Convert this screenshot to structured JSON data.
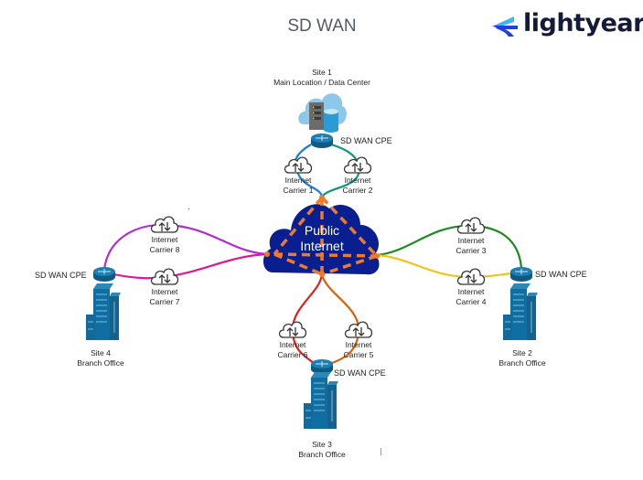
{
  "header": {
    "title": "SD WAN",
    "brand": "lightyear",
    "brand_colors": {
      "chevron_top": "#3fb6ef",
      "chevron_bottom": "#1f3fe0",
      "text": "#141b38"
    }
  },
  "hub": {
    "line1": "Public",
    "line2": "Internet",
    "fill": "#0a1f8f",
    "mesh_color": "#f07a2a"
  },
  "sites": [
    {
      "id": "site1",
      "name": "Site 1",
      "subtitle": "Main Location / Data Center",
      "cpe_label": "SD WAN CPE"
    },
    {
      "id": "site2",
      "name": "Site 2",
      "subtitle": "Branch Office",
      "cpe_label": "SD WAN CPE"
    },
    {
      "id": "site3",
      "name": "Site 3",
      "subtitle": "Branch Office",
      "cpe_label": "SD WAN CPE"
    },
    {
      "id": "site4",
      "name": "Site 4",
      "subtitle": "Branch Office",
      "cpe_label": "SD WAN CPE"
    }
  ],
  "carriers": [
    {
      "line1": "Internet",
      "line2": "Carrier 1",
      "color": "#1a7fd6",
      "site": "Site 1"
    },
    {
      "line1": "Internet",
      "line2": "Carrier 2",
      "color": "#11957a",
      "site": "Site 1"
    },
    {
      "line1": "Internet",
      "line2": "Carrier 3",
      "color": "#1e8a1e",
      "site": "Site 2"
    },
    {
      "line1": "Internet",
      "line2": "Carrier 4",
      "color": "#f0c419",
      "site": "Site 2"
    },
    {
      "line1": "Internet",
      "line2": "Carrier 5",
      "color": "#d4620f",
      "site": "Site 3"
    },
    {
      "line1": "Internet",
      "line2": "Carrier 6",
      "color": "#e0201e",
      "site": "Site 3"
    },
    {
      "line1": "Internet",
      "line2": "Carrier 7",
      "color": "#d81b9a",
      "site": "Site 4"
    },
    {
      "line1": "Internet",
      "line2": "Carrier 8",
      "color": "#b32ad6",
      "site": "Site 4"
    }
  ]
}
